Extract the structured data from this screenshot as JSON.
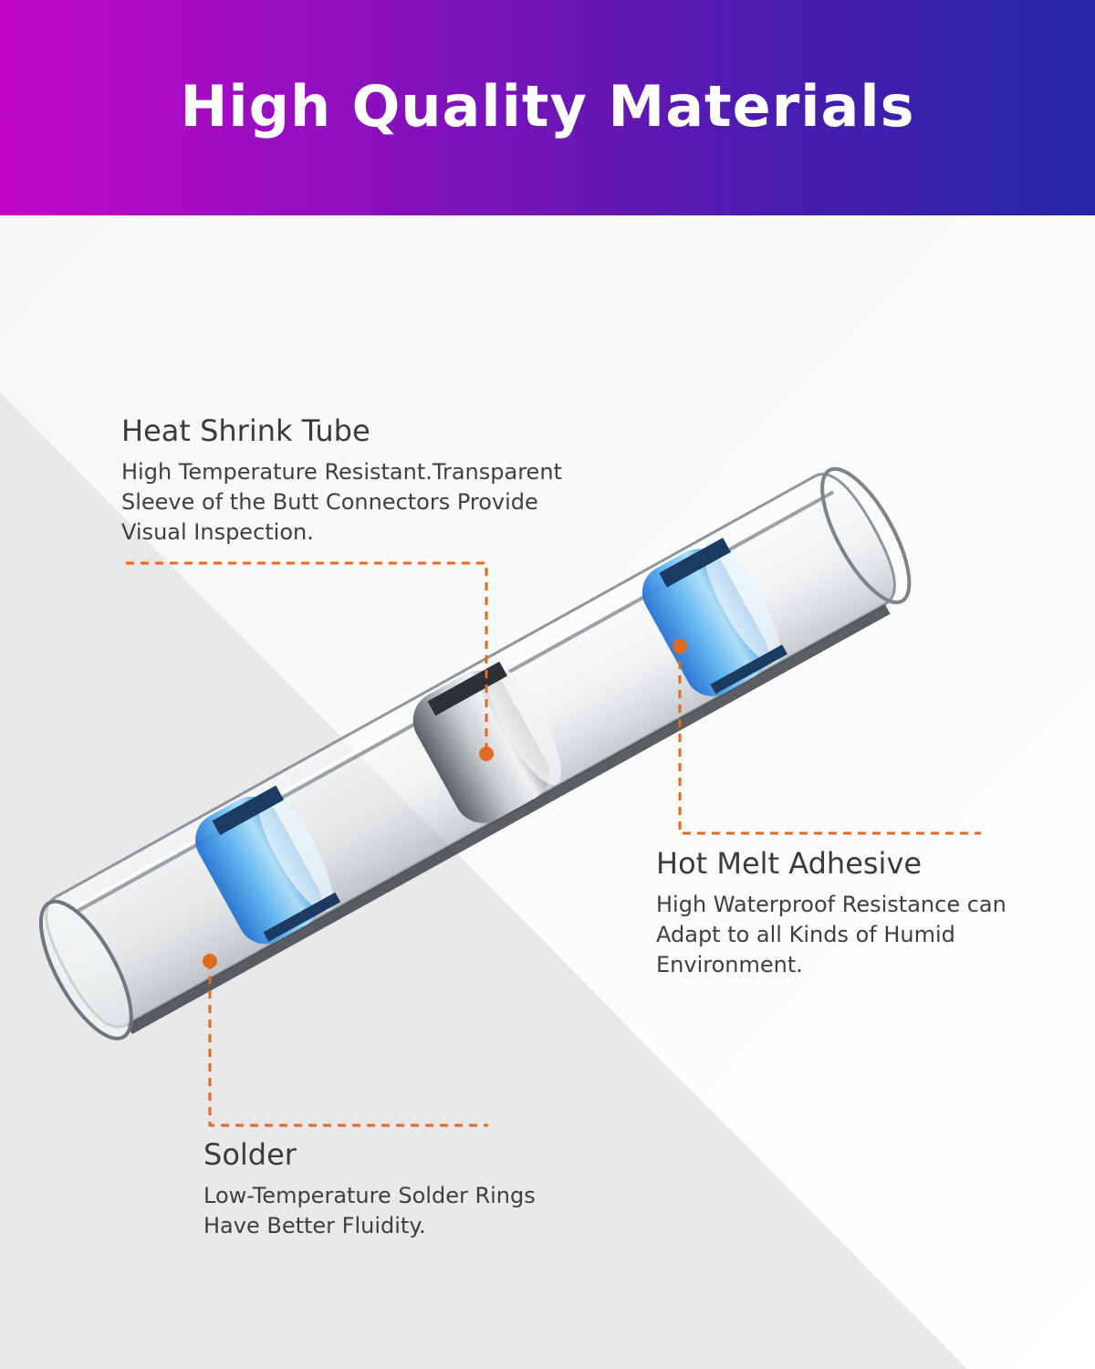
{
  "banner": {
    "title": "High Quality Materials"
  },
  "colors": {
    "banner_start": "#c108c8",
    "banner_end": "#2426a6",
    "leader_line": "#e06a1f",
    "solder_ring": "#3d9de8",
    "text": "#3b3b3b"
  },
  "callouts": {
    "heat_shrink": {
      "title": "Heat Shrink Tube",
      "lines": [
        "High Temperature Resistant.Transparent",
        "Sleeve of the Butt Connectors Provide",
        "Visual Inspection."
      ]
    },
    "hot_melt": {
      "title": "Hot Melt Adhesive",
      "lines": [
        "High Waterproof Resistance can",
        "Adapt to all Kinds of Humid",
        "Environment."
      ]
    },
    "solder": {
      "title": "Solder",
      "lines": [
        "Low-Temperature Solder Rings",
        "Have Better Fluidity."
      ]
    }
  }
}
